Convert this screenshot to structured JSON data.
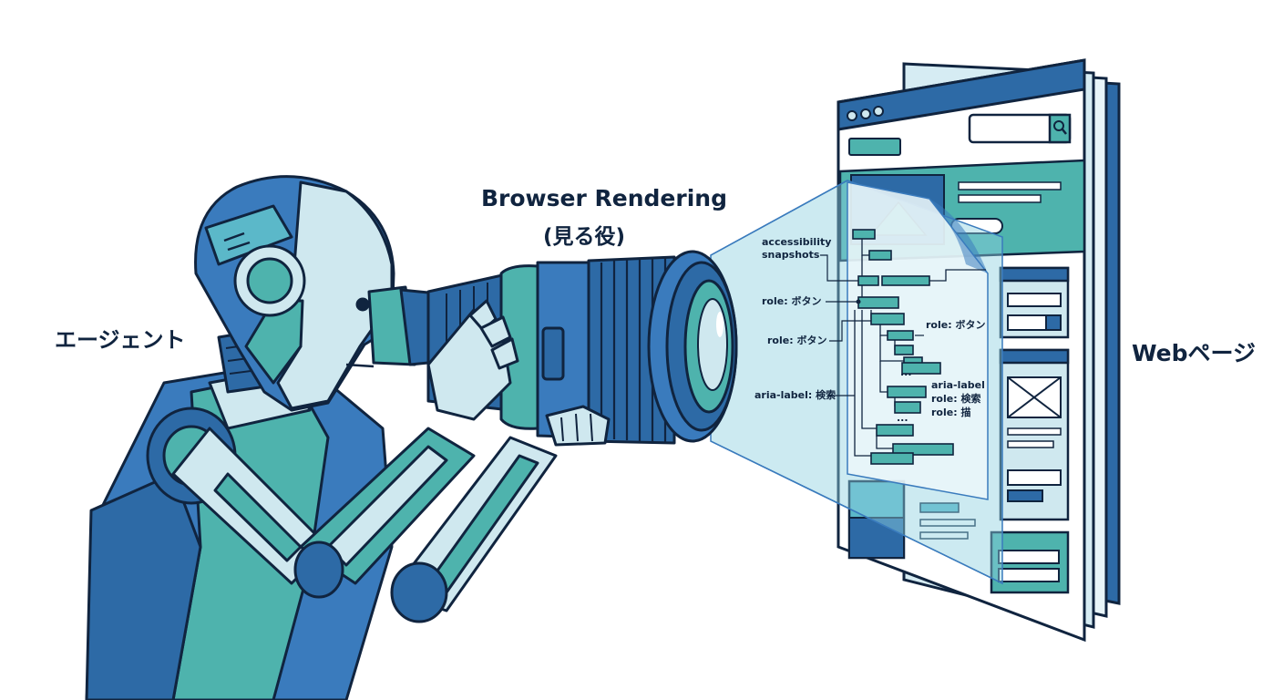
{
  "labels": {
    "agent": "エージェント",
    "browser_rendering": "Browser Rendering",
    "browser_rendering_role": "(見る役)",
    "webpage": "Webページ"
  },
  "annotations": {
    "accessibility_line1": "accessibility",
    "accessibility_line2": "snapshots",
    "role_button_1": "role: ボタン",
    "role_button_2": "role: ボタン",
    "role_button_3": "role: ボタン",
    "aria_label_search": "aria-label: 検索",
    "aria_label": "aria-label",
    "role_search": "role: 検索",
    "role_draw": "role: 描",
    "ellipsis_1": "...",
    "ellipsis_2": "..."
  },
  "icons": {
    "search": "search-icon",
    "window_dots": "window-control-dots",
    "image_placeholder": "image-placeholder-icon"
  },
  "colors": {
    "navy": "#1d3a63",
    "blue": "#3a7bbd",
    "teal": "#4eb3ad",
    "light": "#cfe8ef",
    "outline": "#10243f"
  }
}
